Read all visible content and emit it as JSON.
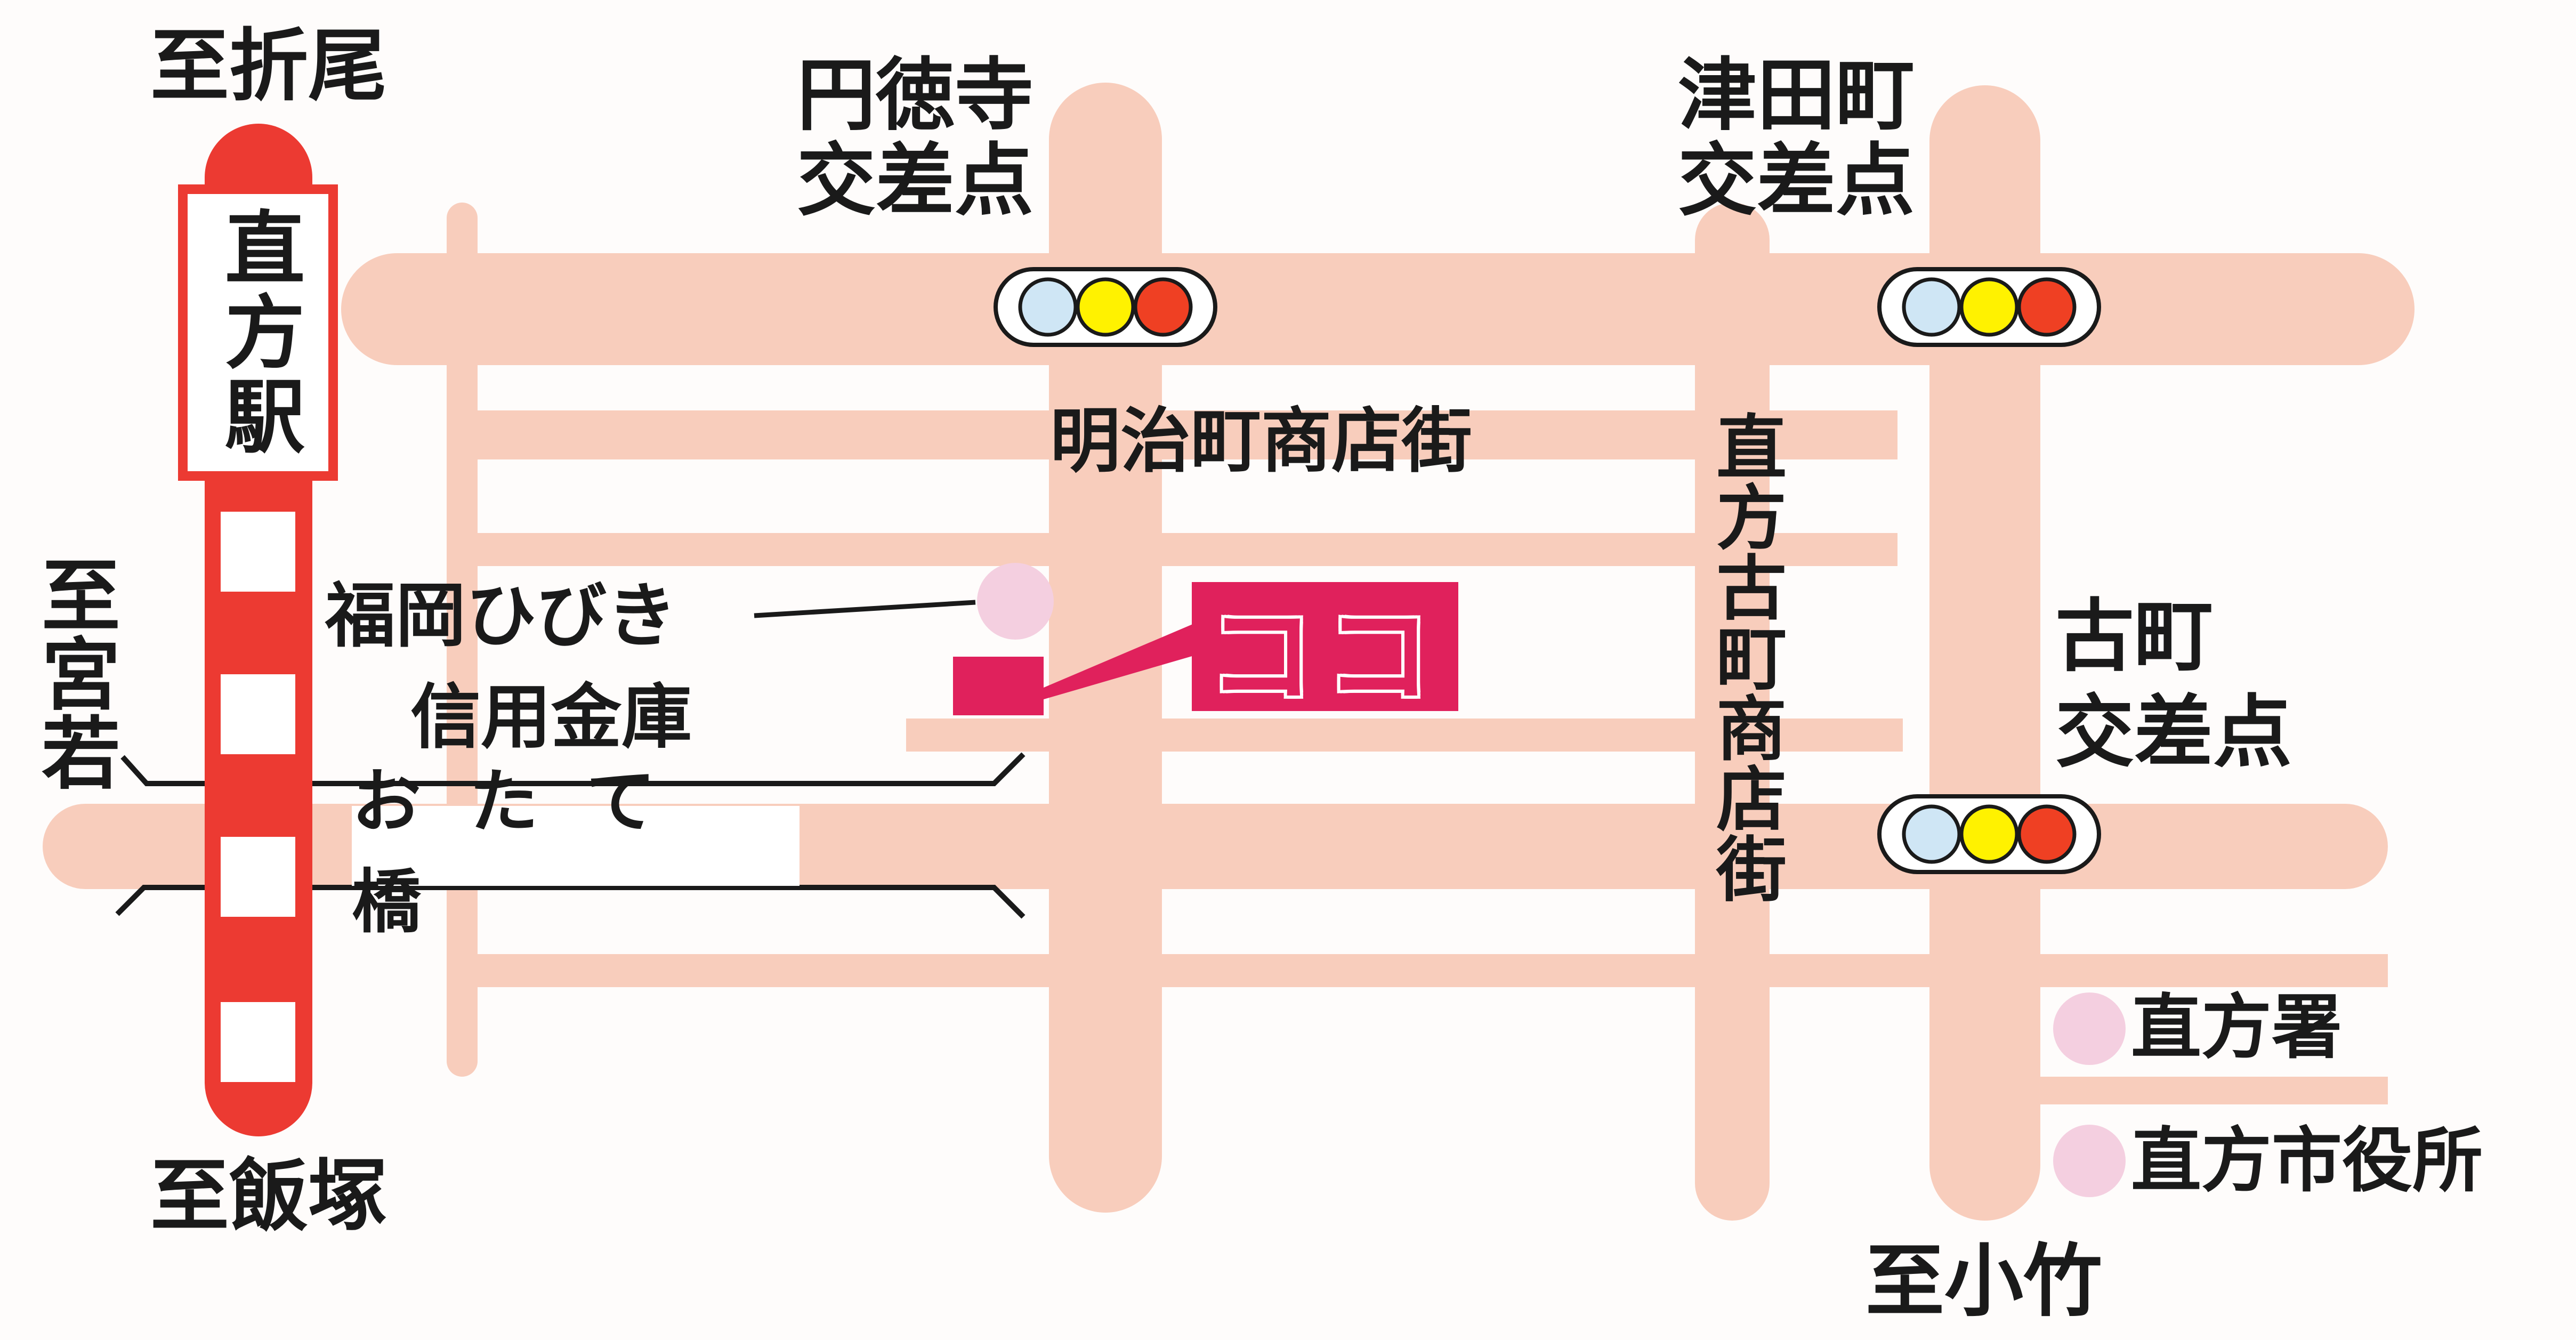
{
  "station": {
    "name": "直方駅"
  },
  "directions": {
    "north": "至折尾",
    "south": "至飯塚",
    "west": "至宮若",
    "southeast": "至小竹"
  },
  "intersections": {
    "entokuji": {
      "name": "円徳寺",
      "suffix": "交差点"
    },
    "tsudamachi": {
      "name": "津田町",
      "suffix": "交差点"
    },
    "furumachi": {
      "name": "古町",
      "suffix": "交差点"
    }
  },
  "streets": {
    "meiji": "明治町商店街",
    "nogata_furumachi": "直方古町商店街"
  },
  "bridge": {
    "name": "おたて橋"
  },
  "landmarks": {
    "bank_line1": "福岡ひびき",
    "bank_line2": "信用金庫",
    "police": "直方署",
    "city_hall": "直方市役所"
  },
  "destination": {
    "label": "ココ"
  },
  "colors": {
    "road": "#f8cdbc",
    "rail": "#ec3a32",
    "destination": "#e0215c",
    "landmark_dot": "#f4cfe0",
    "signal_blue": "#cfe6f5",
    "signal_yellow": "#fff200",
    "signal_red": "#ef4023"
  }
}
